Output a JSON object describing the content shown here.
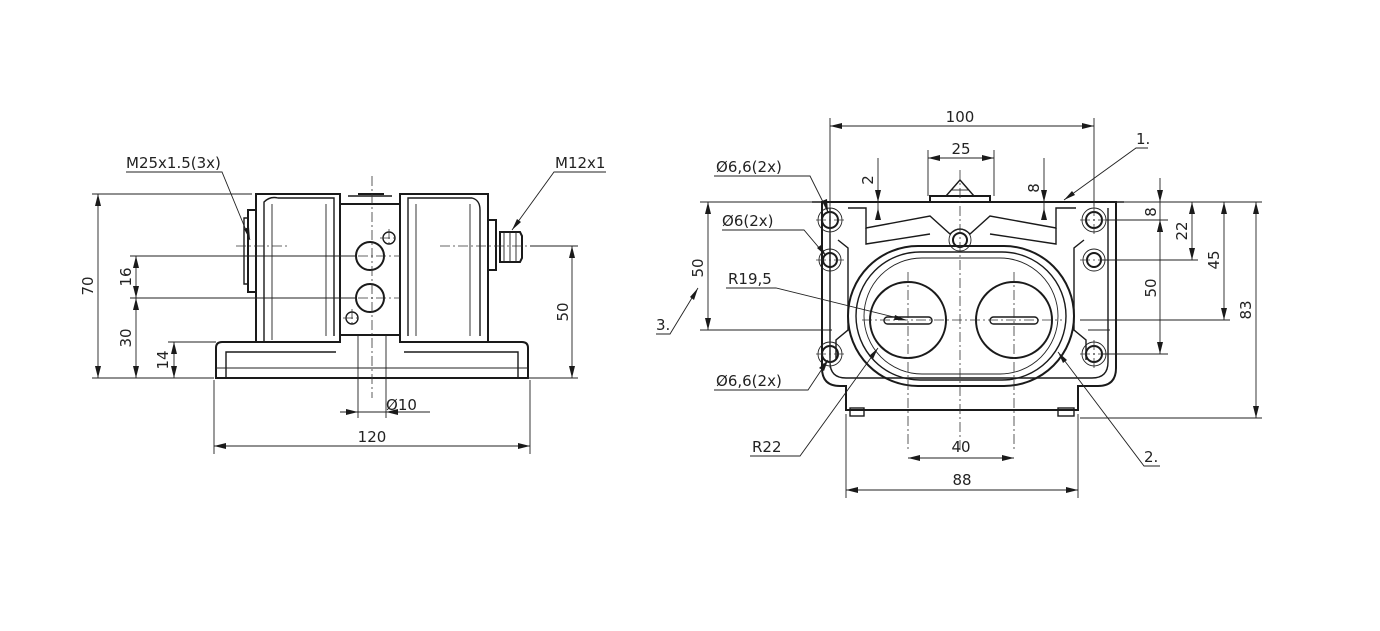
{
  "side_view": {
    "thread_main": "M25x1.5(3x)",
    "thread_small": "M12x1",
    "dim_height_total": "70",
    "dim_16": "16",
    "dim_30": "30",
    "dim_14": "14",
    "dim_50": "50",
    "dim_hole": "10",
    "dim_width": "120"
  },
  "front_view": {
    "dim_width_top": "100",
    "dim_25": "25",
    "dim_2": "2",
    "dim_8_top": "8",
    "hole_66_top": "6,6(2x)",
    "hole_6": "6(2x)",
    "hole_66_bottom": "6,6(2x)",
    "radius_195": "R19,5",
    "radius_22": "R22",
    "dim_50_left": "50",
    "dim_8_right": "8",
    "dim_22": "22",
    "dim_45": "45",
    "dim_50_right": "50",
    "dim_83": "83",
    "dim_40": "40",
    "dim_88": "88",
    "label_1": "1.",
    "label_2": "2.",
    "label_3": "3."
  },
  "diameter_symbol": "Ø"
}
